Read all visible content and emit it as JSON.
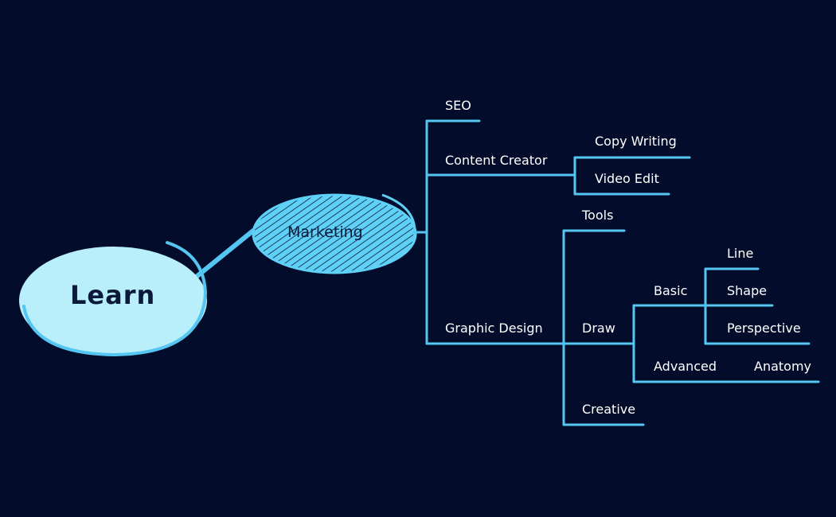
{
  "colors": {
    "background": "#030d2b",
    "line": "#55c6f2",
    "root_fill": "#b9eefb",
    "main_fill": "#5fd0f6",
    "label_dark": "#0b1a3a",
    "label_light": "#ffffff"
  },
  "root": {
    "label": "Learn"
  },
  "main_topic": {
    "label": "Marketing"
  },
  "branches": {
    "seo": "SEO",
    "content_creator": {
      "label": "Content Creator",
      "children": {
        "copy_writing": "Copy Writing",
        "video_edit": "Video Edit"
      }
    },
    "graphic_design": {
      "label": "Graphic Design",
      "children": {
        "tools": "Tools",
        "draw": {
          "label": "Draw",
          "children": {
            "basic": {
              "label": "Basic",
              "children": {
                "line": "Line",
                "shape": "Shape",
                "perspective": "Perspective"
              }
            },
            "advanced": {
              "label": "Advanced",
              "children": {
                "anatomy": "Anatomy"
              }
            }
          }
        },
        "creative": "Creative"
      }
    }
  }
}
